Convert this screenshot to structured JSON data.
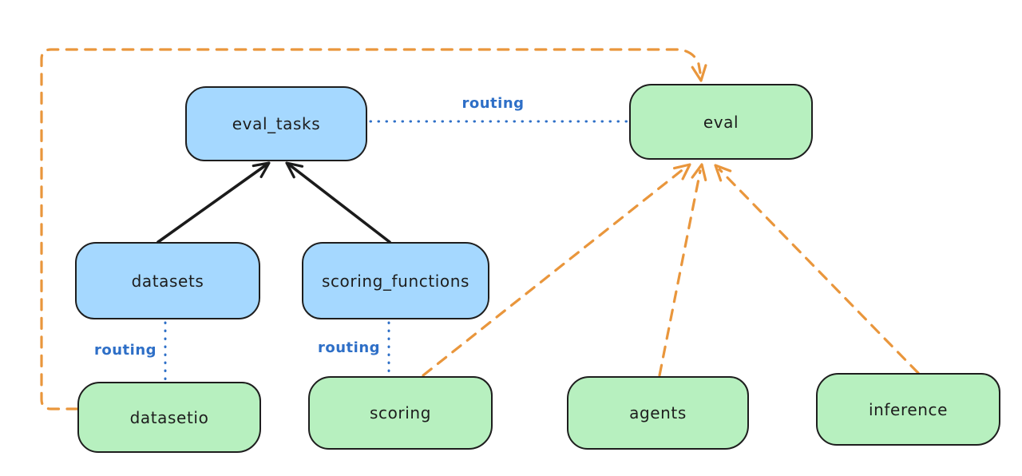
{
  "diagram": {
    "colors": {
      "background": "#ffffff",
      "resource_fill_blue": "#a5d8ff",
      "api_fill_green": "#b7f0bf",
      "node_stroke": "#1e1e1e",
      "routing_blue": "#2e6fc7",
      "provider_orange": "#e9963c",
      "black_arrow": "#1b1b1b"
    },
    "nodes": [
      {
        "id": "eval_tasks",
        "label": "eval_tasks",
        "fill": "blue"
      },
      {
        "id": "eval",
        "label": "eval",
        "fill": "green"
      },
      {
        "id": "datasets",
        "label": "datasets",
        "fill": "blue"
      },
      {
        "id": "scoring_functions",
        "label": "scoring_functions",
        "fill": "blue"
      },
      {
        "id": "datasetio",
        "label": "datasetio",
        "fill": "green"
      },
      {
        "id": "scoring",
        "label": "scoring",
        "fill": "green"
      },
      {
        "id": "agents",
        "label": "agents",
        "fill": "green"
      },
      {
        "id": "inference",
        "label": "inference",
        "fill": "green"
      }
    ],
    "edges": [
      {
        "from": "datasets",
        "to": "eval_tasks",
        "style": "solid-black-arrow"
      },
      {
        "from": "scoring_functions",
        "to": "eval_tasks",
        "style": "solid-black-arrow"
      },
      {
        "from": "eval_tasks",
        "to": "eval",
        "style": "dotted-blue",
        "label": "routing"
      },
      {
        "from": "datasets",
        "to": "datasetio",
        "style": "dotted-blue",
        "label": "routing"
      },
      {
        "from": "scoring_functions",
        "to": "scoring",
        "style": "dotted-blue",
        "label": "routing"
      },
      {
        "from": "datasetio",
        "to": "eval",
        "style": "dashed-orange-arrow"
      },
      {
        "from": "scoring",
        "to": "eval",
        "style": "dashed-orange-arrow"
      },
      {
        "from": "agents",
        "to": "eval",
        "style": "dashed-orange-arrow"
      },
      {
        "from": "inference",
        "to": "eval",
        "style": "dashed-orange-arrow"
      }
    ]
  }
}
